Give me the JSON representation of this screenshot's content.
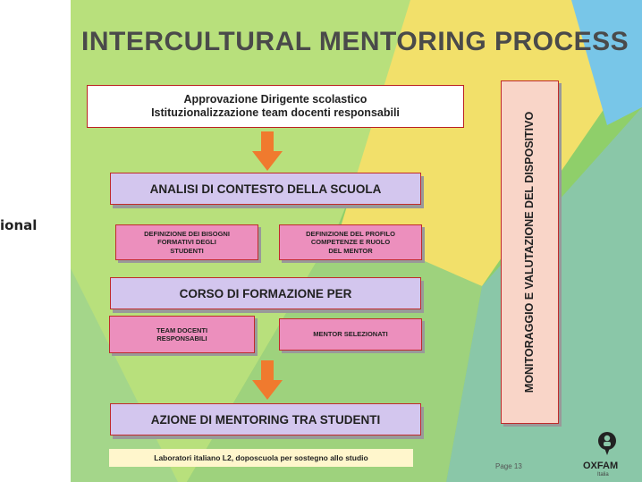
{
  "outside_label": "ional",
  "title": "INTERCULTURAL MENTORING PROCESS",
  "top_box": "Approvazione Dirigente scolastico\nIstituzionalizzazione team docenti responsabili",
  "analysis_box": "ANALISI DI CONTESTO DELLA SCUOLA",
  "needs_box": "DEFINIZIONE DEI BISOGNI\nFORMATIVI DEGLI\nSTUDENTI",
  "profile_box": "DEFINIZIONE DEL PROFILO\nCOMPETENZE E RUOLO\nDEL  MENTOR",
  "course_box": "CORSO DI FORMAZIONE PER",
  "team_box": "TEAM DOCENTI\nRESPONSABILI",
  "mentor_box": "MENTOR SELEZIONATI",
  "action_box": "AZIONE DI MENTORING  TRA STUDENTI",
  "side_box": "MONITORAGGIO E VALUTAZIONE DEL DISPOSITIVO",
  "footer_box": "Laboratori italiano L2, doposcuola per sostegno allo studio",
  "page_number": "Page 13",
  "logo": {
    "name": "OXFAM",
    "sub": "Italia",
    "icon": "oxfam-logo-icon"
  },
  "colors": {
    "arrow": "#f07a2e",
    "lavender": "#d3c6ee",
    "pink": "#ec8fbd",
    "peach": "#f9d5c8",
    "border": "#c02b2b",
    "title": "#4a4a4a"
  }
}
